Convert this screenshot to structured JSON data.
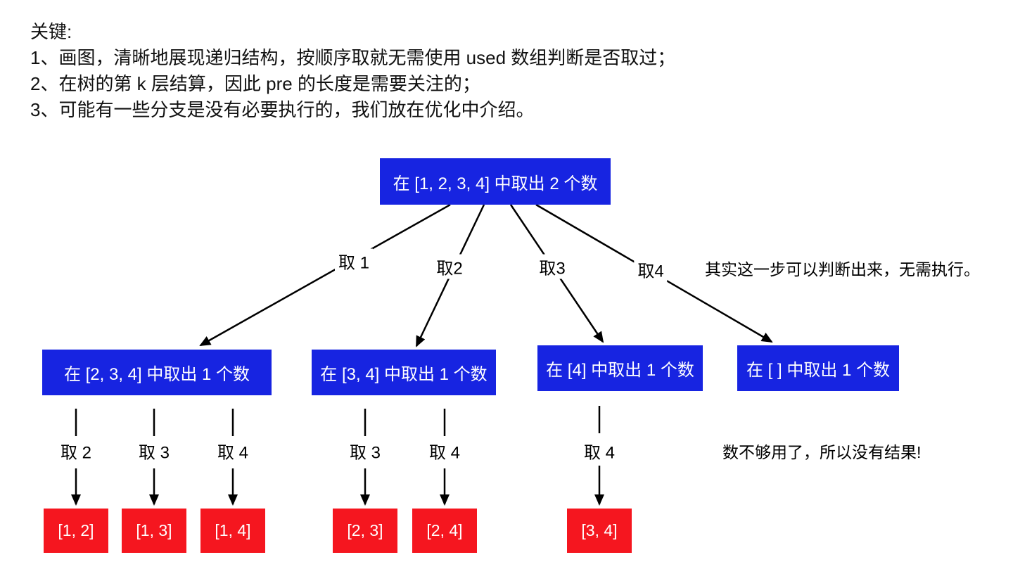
{
  "header": {
    "title": "关键:",
    "points": [
      "1、画图，清晰地展现递归结构，按顺序取就无需使用 used 数组判断是否取过；",
      "2、在树的第 k 层结算，因此 pre 的长度是需要关注的；",
      "3、可能有一些分支是没有必要执行的，我们放在优化中介绍。"
    ]
  },
  "tree": {
    "root": "在 [1, 2, 3, 4] 中取出 2 个数",
    "level2_nodes": [
      "在 [2, 3, 4] 中取出 1 个数",
      "在 [3, 4] 中取出 1 个数",
      "在 [4] 中取出 1 个数",
      "在 [ ] 中取出 1 个数"
    ],
    "level1_edges": [
      "取 1",
      "取2",
      "取3",
      "取4"
    ],
    "level2_edges": [
      "取 2",
      "取 3",
      "取 4",
      "取 3",
      "取 4",
      "取 4"
    ],
    "results": [
      "[1, 2]",
      "[1, 3]",
      "[1, 4]",
      "[2, 3]",
      "[2, 4]",
      "[3, 4]"
    ]
  },
  "annotations": {
    "skip_branch": "其实这一步可以判断出来，无需执行。",
    "no_result": "数不够用了，所以没有结果!"
  },
  "colors": {
    "node_blue": "#1724e1",
    "result_red": "#f5161f",
    "line_black": "#000000"
  }
}
